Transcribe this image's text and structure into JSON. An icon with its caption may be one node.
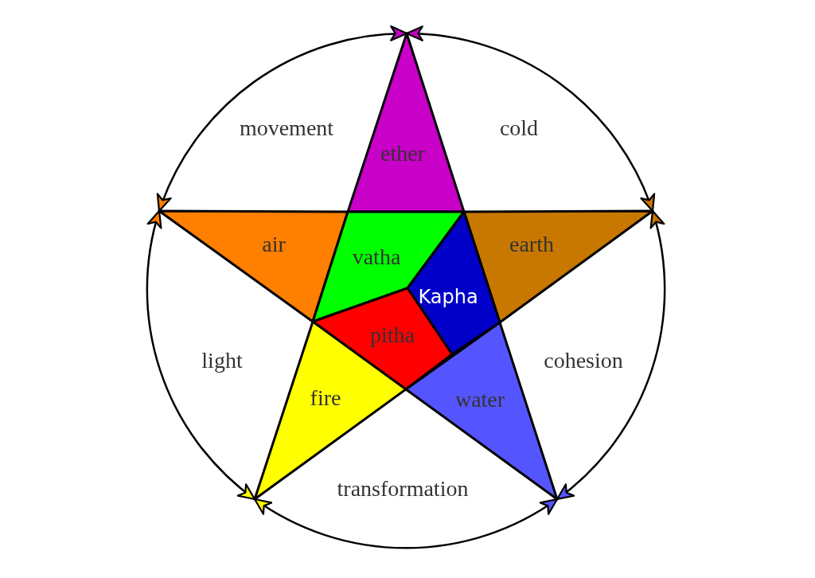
{
  "diagram": {
    "nodes": [
      {
        "text": [
          "ether"
        ]
      },
      {
        "text": [
          "air"
        ]
      },
      {
        "text": [
          "vatha"
        ]
      },
      {
        "text": [
          "earth"
        ]
      },
      {
        "text": [
          "Kapha"
        ]
      },
      {
        "text": [
          "pitha"
        ]
      },
      {
        "text": [
          "fire"
        ]
      },
      {
        "text": [
          "water"
        ]
      }
    ],
    "edges": [
      {
        "from": 0,
        "to": 3,
        "arrow": "both"
      },
      {
        "from": 3,
        "to": 7,
        "arrow": "both"
      },
      {
        "from": 7,
        "to": 6,
        "arrow": "both"
      },
      {
        "from": 6,
        "to": 1,
        "arrow": "both"
      },
      {
        "from": 1,
        "to": 0,
        "arrow": "both"
      }
    ],
    "labels": [
      "movement",
      "cold",
      "light",
      "cohesion",
      "transformation"
    ]
  }
}
